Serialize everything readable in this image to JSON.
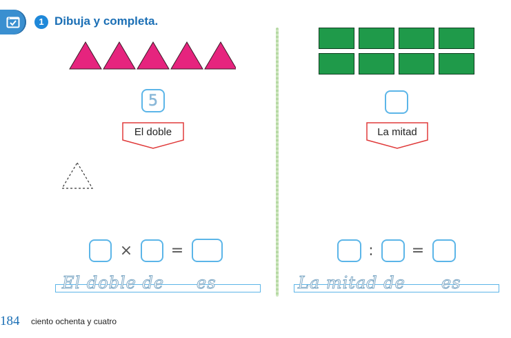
{
  "header": {
    "activity_number": "1",
    "instruction": "Dibuja y completa."
  },
  "left": {
    "triangle_count": 5,
    "triangle_color": "#e6247e",
    "count_value": "5",
    "label": "El doble",
    "operator": "×",
    "equals": "=",
    "trace_part1": "El doble de",
    "trace_part2": "es"
  },
  "right": {
    "rectangle_count": 8,
    "rectangle_color": "#1f9a4a",
    "count_value": "",
    "label": "La mitad",
    "operator": ":",
    "equals": "=",
    "trace_part1": "La mitad de",
    "trace_part2": "es"
  },
  "footer": {
    "page_number": "184",
    "page_words": "ciento ochenta y cuatro"
  },
  "colors": {
    "accent_blue": "#1b6fb5",
    "box_border": "#5bb5e8",
    "label_border": "#e03a3a"
  }
}
